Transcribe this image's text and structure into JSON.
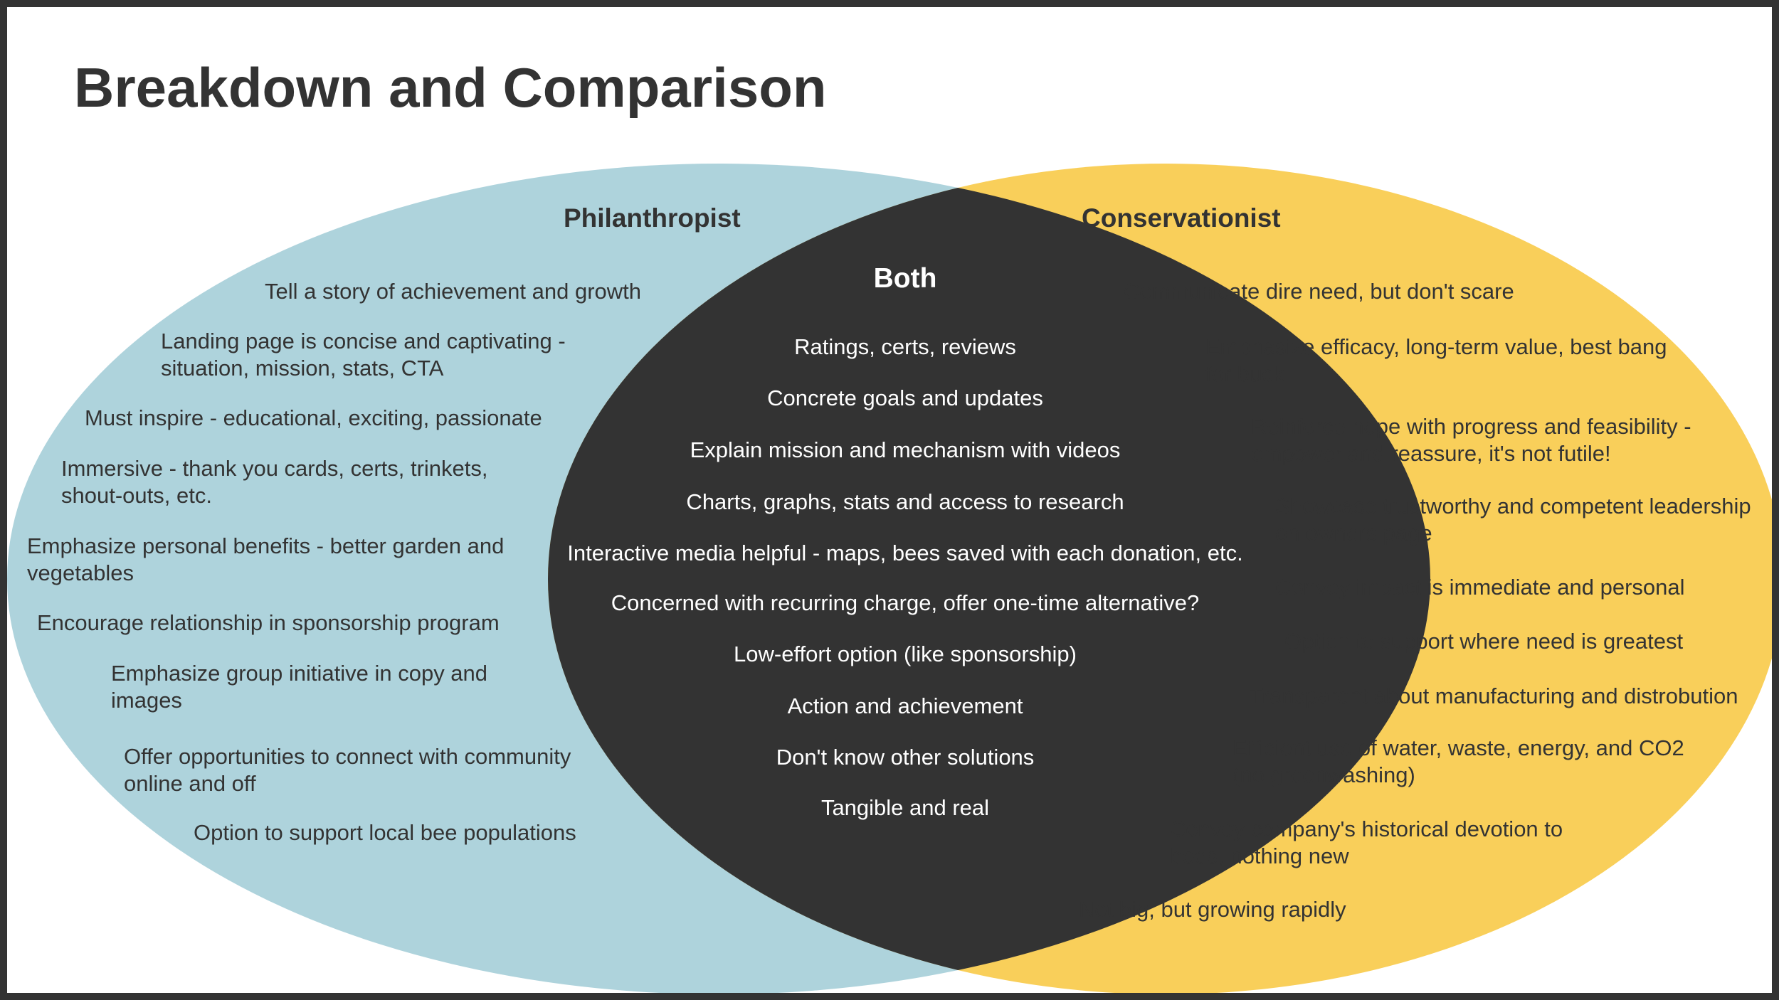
{
  "title": "Breakdown and Comparison",
  "colors": {
    "frame": "#333333",
    "left_circle": "#aed3dc",
    "right_circle": "#f9cf5a",
    "intersection": "#333333",
    "text_dark": "#333333",
    "text_light": "#ffffff"
  },
  "philanthropist": {
    "heading": "Philanthropist",
    "items": [
      "Tell a story of achievement and growth",
      "Landing page is concise and captivating -\nsituation, mission, stats, CTA",
      "Must inspire - educational, exciting, passionate",
      "Immersive - thank you cards, certs, trinkets,\nshout-outs, etc.",
      "Emphasize personal benefits - better garden and\nvegetables",
      "Encourage relationship in sponsorship program",
      "Emphasize group initiative in copy and\nimages",
      "Offer opportunities to connect with community\nonline and off",
      "Option to support local bee populations"
    ]
  },
  "both": {
    "heading": "Both",
    "items": [
      "Ratings, certs, reviews",
      "Concrete goals and updates",
      "Explain mission and mechanism with videos",
      "Charts, graphs, stats and access to research",
      "Interactive media helpful - maps, bees saved with each donation, etc.",
      "Concerned with recurring charge, offer one-time alternative?",
      "Low-effort option (like sponsorship)",
      "Action and achievement",
      "Don't know other solutions",
      "Tangible and real"
    ]
  },
  "conservationist": {
    "heading": "Conservationist",
    "items": [
      "Communicate dire need, but don't scare",
      "Emphasize efficacy, long-term value, best bang\nfor buck",
      "Reinforce hope with progress and feasibility -\nempower and reassure, it's not futile!",
      "Showcase trustworthy and competent leadership\non owners page",
      "Convey impact is immediate and personal",
      "Option to support where need is greatest",
      "Transparent about manufacturing and distrobution",
      "Efficient use of water, waste, energy, and CO2\n(no greenwashing)",
      "Convey company's historical devotion to\nbees, nothing new",
      "Not big, but growing rapidly"
    ]
  }
}
